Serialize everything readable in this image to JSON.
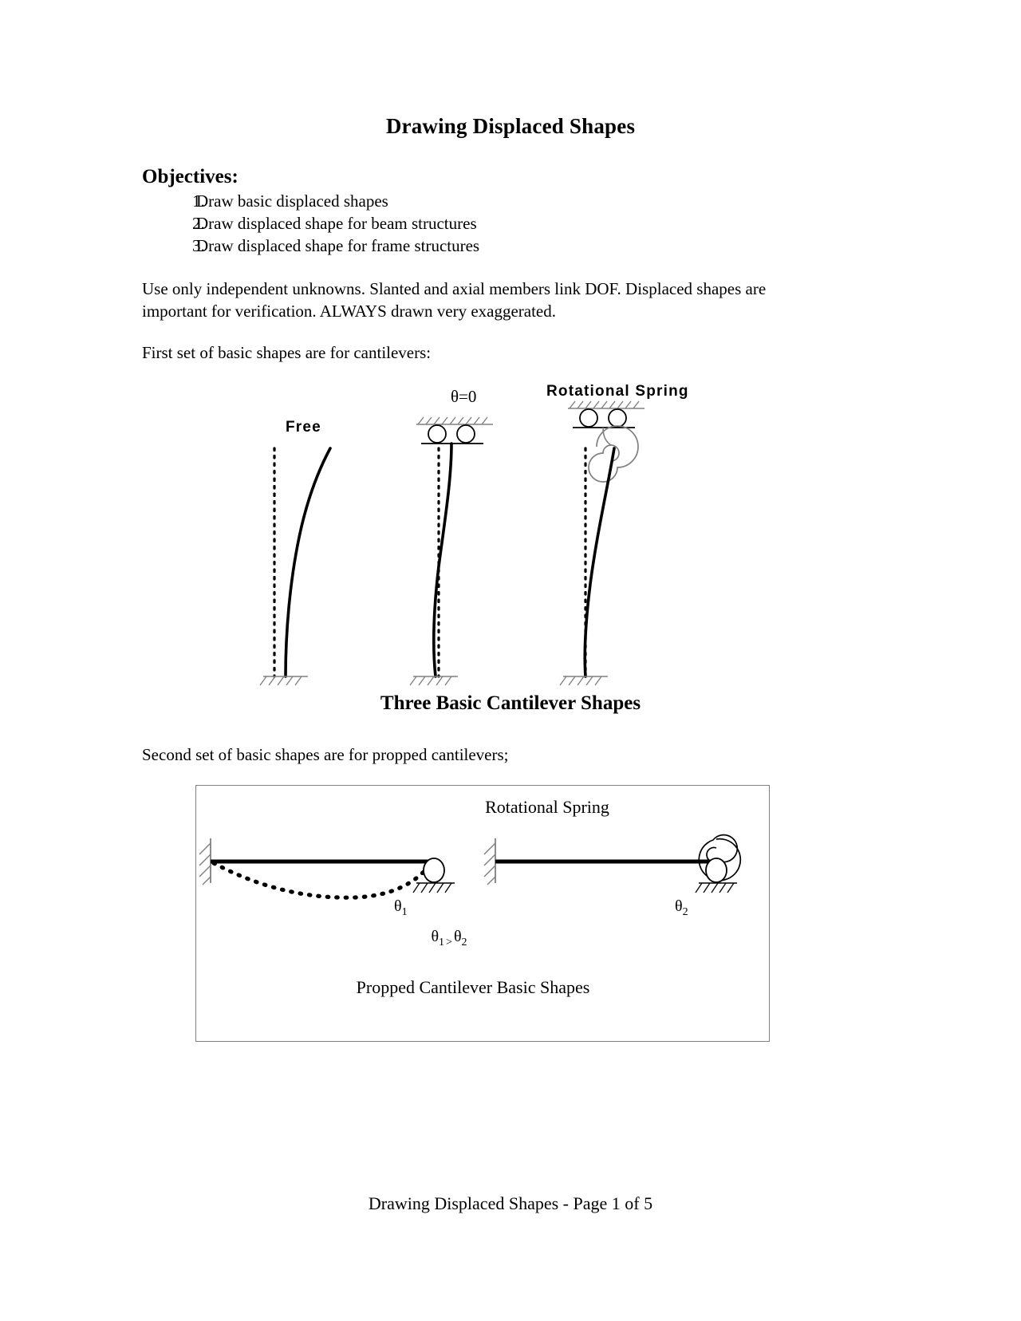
{
  "document": {
    "title": "Drawing Displaced Shapes",
    "objectives_heading": "Objectives:",
    "objectives": [
      {
        "num": "1.",
        "text": "Draw basic displaced shapes"
      },
      {
        "num": "2.",
        "text": "Draw displaced shape for beam structures"
      },
      {
        "num": "3.",
        "text": "Draw displaced shape for frame structures"
      }
    ],
    "paragraph_use": "Use only independent unknowns.  Slanted and axial members link DOF.  Displaced shapes are important for verification.  ALWAYS drawn very exaggerated.",
    "paragraph_first": "First set of basic shapes are for cantilevers:",
    "paragraph_second": "Second set of basic shapes are for propped cantilevers;",
    "footer": "Drawing Displaced Shapes - Page 1 of 5"
  },
  "figure_cantilevers": {
    "caption": "Three Basic Cantilever Shapes",
    "label_free": "Free",
    "label_theta_zero": "θ=0",
    "label_rotational_spring": "Rotational Spring"
  },
  "figure_propped": {
    "title": "Rotational Spring",
    "caption": "Propped Cantilever Basic Shapes",
    "theta1": "θ",
    "theta1_sub": "1",
    "theta2": "θ",
    "theta2_sub": "2",
    "relation_left": "θ",
    "relation_left_sub": "1",
    "relation_op": ">",
    "relation_right": "θ",
    "relation_right_sub": "2"
  },
  "colors": {
    "ink": "#000000",
    "box_border": "#808080",
    "hatch": "#808080"
  }
}
